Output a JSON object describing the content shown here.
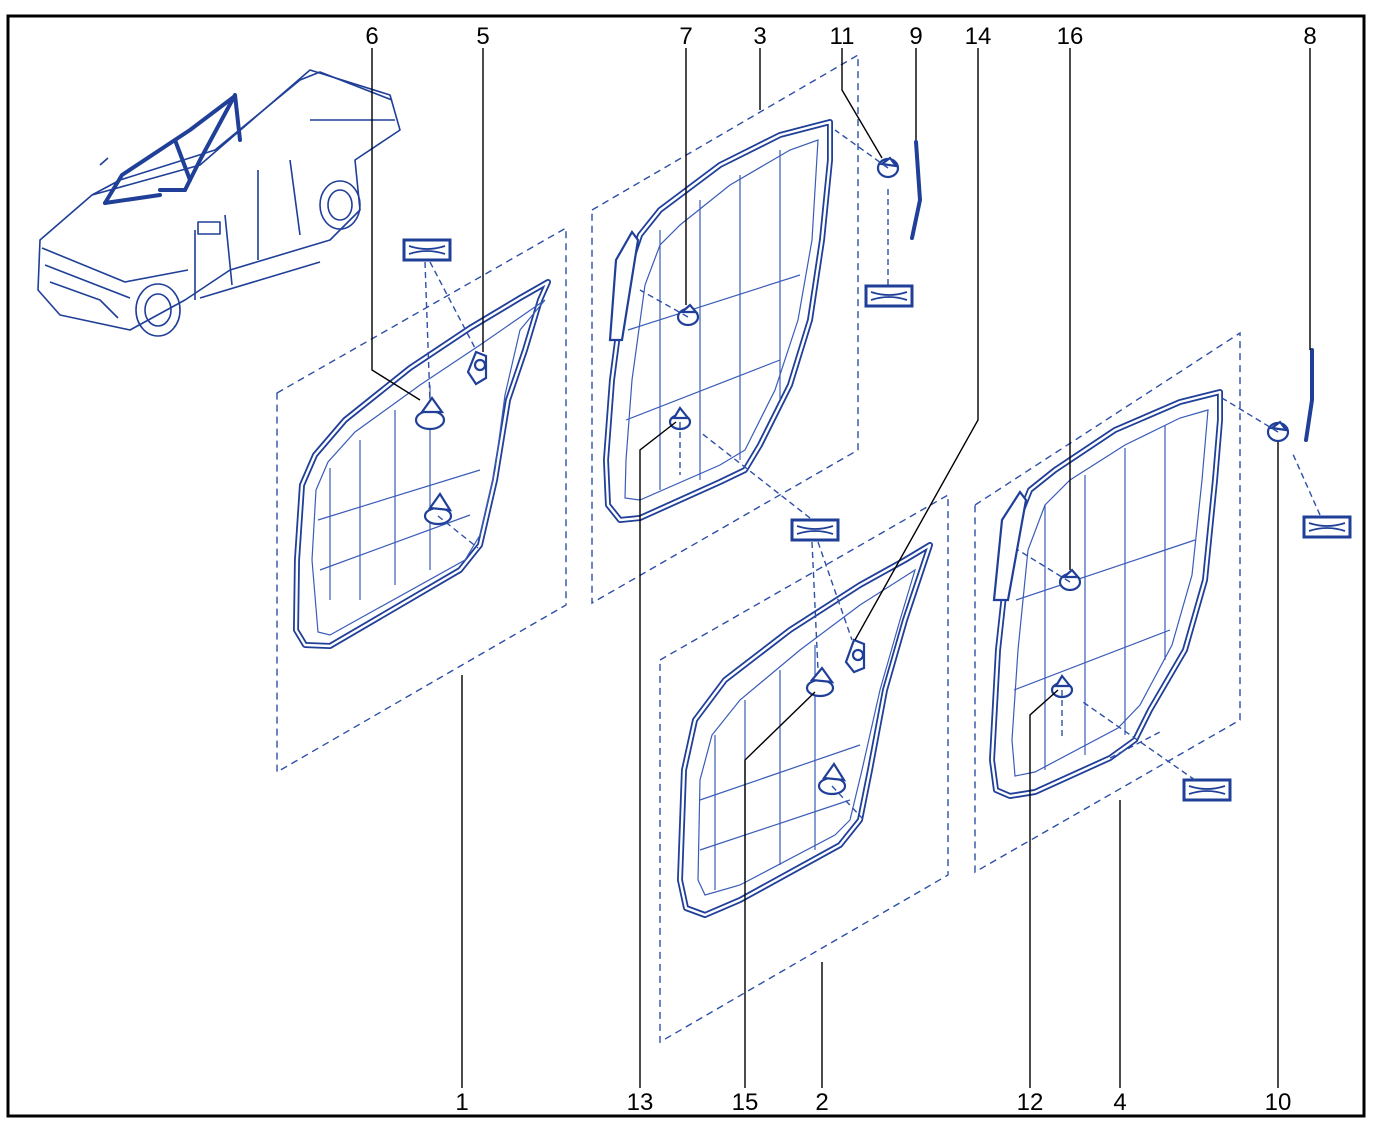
{
  "diagram": {
    "callouts": [
      {
        "id": "6",
        "label": "6"
      },
      {
        "id": "5",
        "label": "5"
      },
      {
        "id": "7",
        "label": "7"
      },
      {
        "id": "3",
        "label": "3"
      },
      {
        "id": "11",
        "label": "11"
      },
      {
        "id": "9",
        "label": "9"
      },
      {
        "id": "14",
        "label": "14"
      },
      {
        "id": "16",
        "label": "16"
      },
      {
        "id": "8",
        "label": "8"
      },
      {
        "id": "1",
        "label": "1"
      },
      {
        "id": "13",
        "label": "13"
      },
      {
        "id": "15",
        "label": "15"
      },
      {
        "id": "2",
        "label": "2"
      },
      {
        "id": "12",
        "label": "12"
      },
      {
        "id": "4",
        "label": "4"
      },
      {
        "id": "10",
        "label": "10"
      }
    ],
    "colors": {
      "line_art": "#1f3f98",
      "frame": "#000000",
      "background": "#ffffff"
    }
  }
}
